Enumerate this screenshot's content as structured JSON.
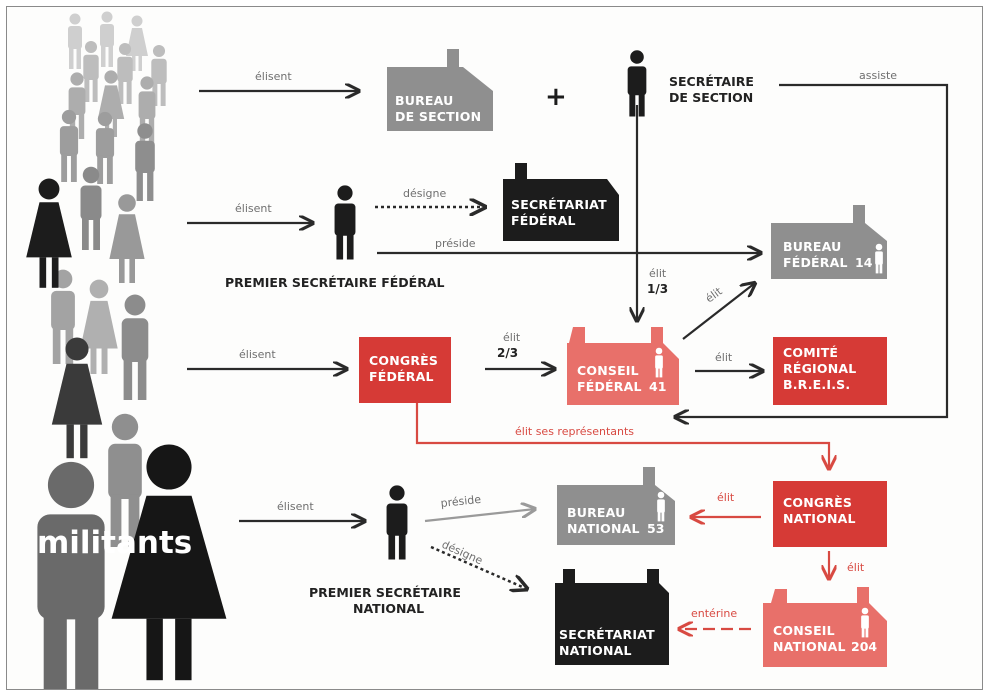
{
  "crowd_label": "militants",
  "nodes": {
    "bureau_section": [
      "BUREAU",
      "DE SECTION"
    ],
    "secretaire_section": [
      "SECRÉTAIRE",
      "DE SECTION"
    ],
    "secretariat_federal": [
      "SECRÉTARIAT",
      "FÉDÉRAL"
    ],
    "bureau_federal": [
      "BUREAU",
      "FÉDÉRAL"
    ],
    "bureau_federal_count": "14",
    "premier_secretaire_federal": "PREMIER SECRÉTAIRE FÉDÉRAL",
    "congres_federal": [
      "CONGRÈS",
      "FÉDÉRAL"
    ],
    "conseil_federal": [
      "CONSEIL",
      "FÉDÉRAL"
    ],
    "conseil_federal_count": "41",
    "comite_regional": [
      "COMITÉ",
      "RÉGIONAL",
      "B.R.E.I.S."
    ],
    "congres_national": [
      "CONGRÈS",
      "NATIONAL"
    ],
    "bureau_national": [
      "BUREAU",
      "NATIONAL"
    ],
    "bureau_national_count": "53",
    "premier_secretaire_national": [
      "PREMIER SECRÉTAIRE",
      "NATIONAL"
    ],
    "secretariat_national": [
      "SECRÉTARIAT",
      "NATIONAL"
    ],
    "conseil_national": [
      "CONSEIL",
      "NATIONAL"
    ],
    "conseil_national_count": "204"
  },
  "edges": {
    "elisent_1": "élisent",
    "plus": "+",
    "assiste": "assiste",
    "elisent_2": "élisent",
    "designe_1": "désigne",
    "preside_1": "préside",
    "elit_1": "élit",
    "elit_1_share": "1/3",
    "elit_bureau": "élit",
    "elisent_3": "élisent",
    "elit_2": "élit",
    "elit_2_share": "2/3",
    "elit_comite": "élit",
    "elit_representants": "élit ses représentants",
    "elisent_4": "élisent",
    "preside_2": "préside",
    "designe_2": "désigne",
    "elit_bureau_national": "élit",
    "elit_conseil_national": "élit",
    "enterine": "entérine"
  },
  "colors": {
    "black": "#1c1c1c",
    "gray": "#8f8f8f",
    "red_dark": "#d63a36",
    "red_light": "#e8706a",
    "arrow": "#2a2a2a",
    "arrow_red": "#d84a42"
  }
}
